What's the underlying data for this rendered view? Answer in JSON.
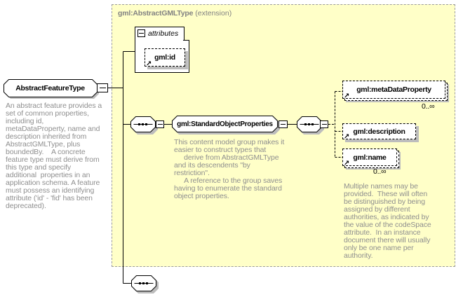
{
  "extension_frame": {
    "title": "gml:AbstractGMLType",
    "subtitle": "(extension)"
  },
  "root_element": {
    "label": "AbstractFeatureType",
    "annotation": "An abstract feature provides a\nset of common properties,\nincluding id,\nmetaDataProperty, name and\ndescription inherited from\nAbstractGMLType, plus\nboundedBy.    A concrete\nfeature type must derive from\nthis type and specify\nadditional  properties in an\napplication schema. A feature\nmust possess an identifying\nattribute ('id' - 'fid' has been\ndeprecated)."
  },
  "attributes_section": {
    "label": "attributes",
    "attributes": [
      {
        "label": "gml:id"
      }
    ]
  },
  "group_ref": {
    "label": "gml:StandardObjectProperties",
    "annotation": "This content model group makes it\neasier to construct types that\n     derive from AbstractGMLType\nand its descendents \"by restriction\".\n     A reference to the group saves\nhaving to enumerate the standard\nobject properties."
  },
  "child_elements": [
    {
      "label": "gml:metaDataProperty",
      "occurrence": "0..∞"
    },
    {
      "label": "gml:description"
    },
    {
      "label": "gml:name",
      "occurrence": "0..∞",
      "annotation": "Multiple names may be\nprovided.  These will often\nbe distinguished by being\nassigned by different\nauthorities, as indicated by\nthe value of the codeSpace\nattribute.  In an instance\ndocument there will usually\nonly be one name per\nauthority."
    }
  ],
  "icons": {
    "collapse_minus": "−",
    "reference_arrow": "↗",
    "sequence": "compositor-sequence"
  },
  "colors": {
    "frame_background": "#ffffc8",
    "frame_border": "#9c9c9c",
    "annotation_text": "#8f8f8f",
    "title_text": "#828282",
    "shadow": "#bdbdbd"
  }
}
